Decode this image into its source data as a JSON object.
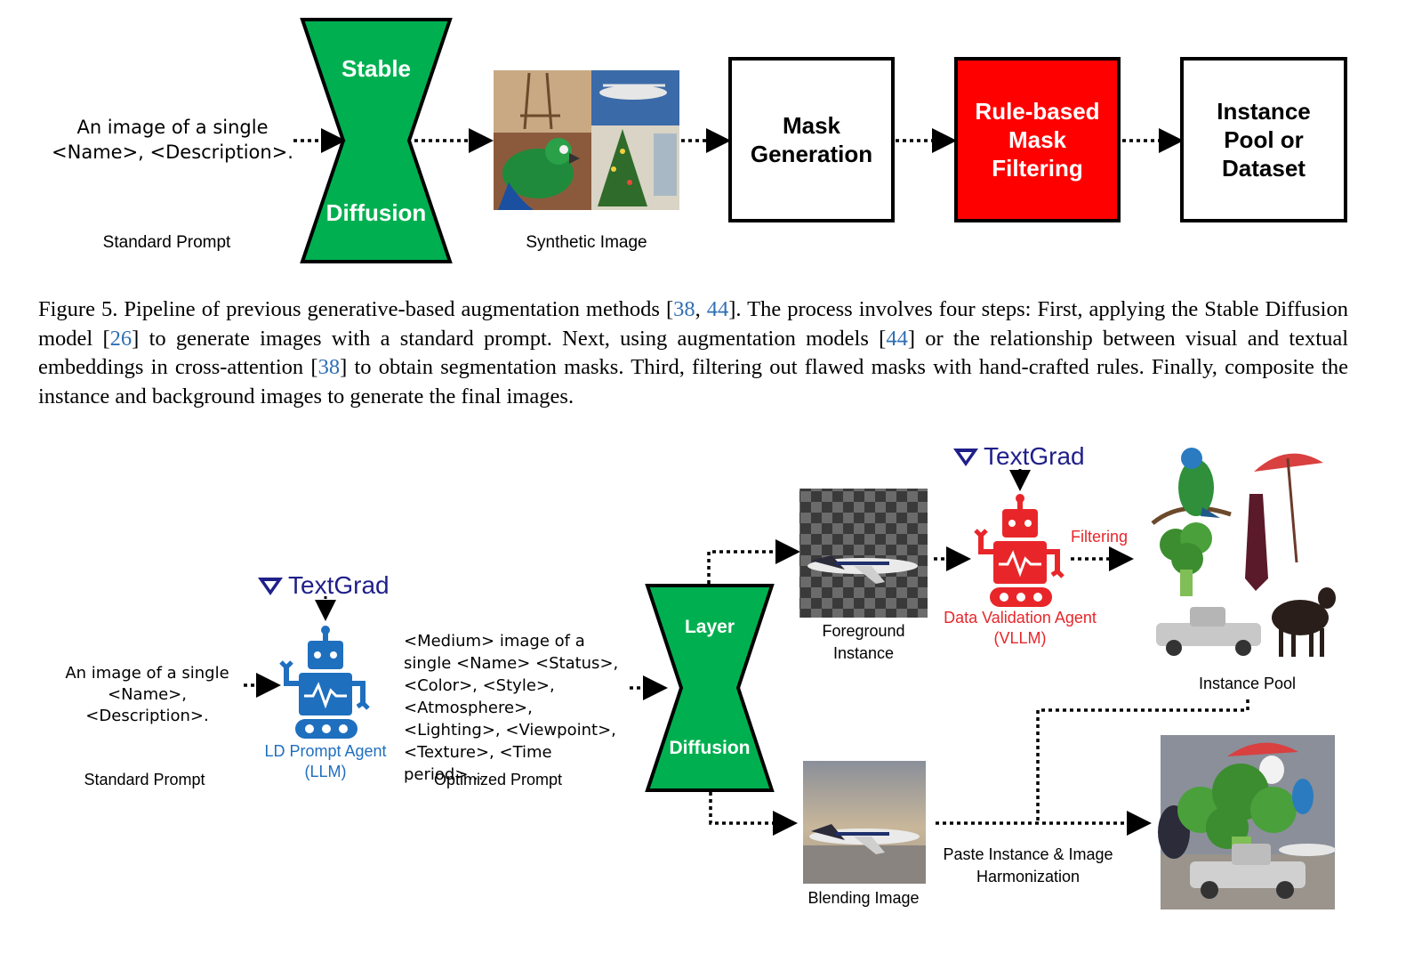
{
  "top": {
    "prompt_text": "An image of a single <Name>, <Description>.",
    "prompt_label": "Standard Prompt",
    "sd_top": "Stable",
    "sd_bottom": "Diffusion",
    "synthetic_label": "Synthetic Image",
    "mask_generation": "Mask Generation",
    "rule_filter": "Rule-based Mask Filtering",
    "instance_pool": "Instance Pool or Dataset"
  },
  "caption": {
    "p1": "Figure 5. Pipeline of previous generative-based augmentation methods [",
    "r38": "38",
    "sep": ", ",
    "r44": "44",
    "p2": "]. The process involves four steps: First, applying the Stable Diffusion model [",
    "r26": "26",
    "p3": "] to generate images with a standard prompt. Next, using augmentation models [",
    "r44b": "44",
    "p4": "] or the relationship between visual and textual embeddings in cross-attention [",
    "r38b": "38",
    "p5": "] to obtain segmentation masks. Third, filtering out flawed masks with hand-crafted rules. Finally, composite the instance and background images to generate the final images."
  },
  "bottom": {
    "textgrad": "TextGrad",
    "prompt_text": "An image of a single <Name>, <Description>.",
    "prompt_label": "Standard Prompt",
    "ld_agent": "LD Prompt Agent",
    "ld_agent_sub": "(LLM)",
    "optimized_prompt": "<Medium> image of a single <Name> <Status>, <Color>, <Style>, <Atmosphere>, <Lighting>, <Viewpoint>, <Texture>, <Time period>...",
    "optimized_label": "Optimized Prompt",
    "ld_top": "Layer",
    "ld_bottom": "Diffusion",
    "foreground": "Foreground Instance",
    "blending": "Blending Image",
    "validation_agent": "Data Validation Agent",
    "validation_sub": "(VLLM)",
    "filtering": "Filtering",
    "instance_pool": "Instance Pool",
    "paste": "Paste Instance & Image Harmonization"
  },
  "colors": {
    "hourglass_green": "#00b050",
    "filter_red": "#ff0000",
    "agent_blue": "#1f6fbf",
    "agent_red": "#e8262a",
    "textgrad_purple": "#1f1f8a",
    "ref_blue": "#2e6fb5"
  }
}
